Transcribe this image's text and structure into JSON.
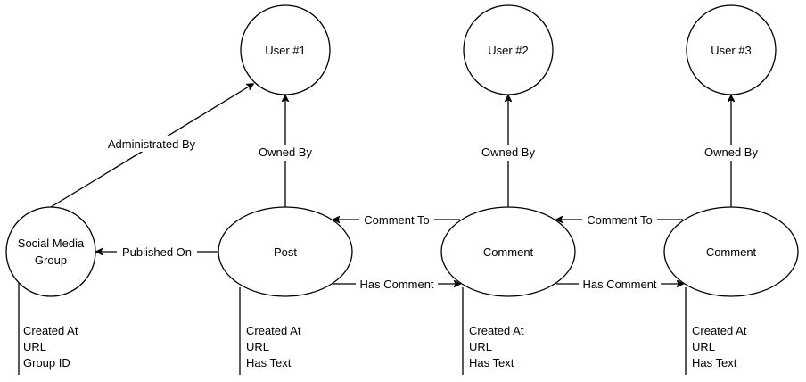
{
  "nodes": {
    "user1": "User #1",
    "user2": "User #2",
    "user3": "User #3",
    "group": [
      "Social Media",
      "Group"
    ],
    "post": "Post",
    "comment1": "Comment",
    "comment2": "Comment"
  },
  "edges": {
    "administrated_by": "Administrated By",
    "owned_by_post": "Owned By",
    "owned_by_comment1": "Owned By",
    "owned_by_comment2": "Owned By",
    "published_on": "Published On",
    "comment_to_1": "Comment To",
    "comment_to_2": "Comment To",
    "has_comment_1": "Has Comment",
    "has_comment_2": "Has Comment"
  },
  "attributes": {
    "group": [
      "Created At",
      "URL",
      "Group ID"
    ],
    "post": [
      "Created At",
      "URL",
      "Has Text"
    ],
    "comment1": [
      "Created At",
      "URL",
      "Has Text"
    ],
    "comment2": [
      "Created At",
      "URL",
      "Has Text"
    ]
  }
}
